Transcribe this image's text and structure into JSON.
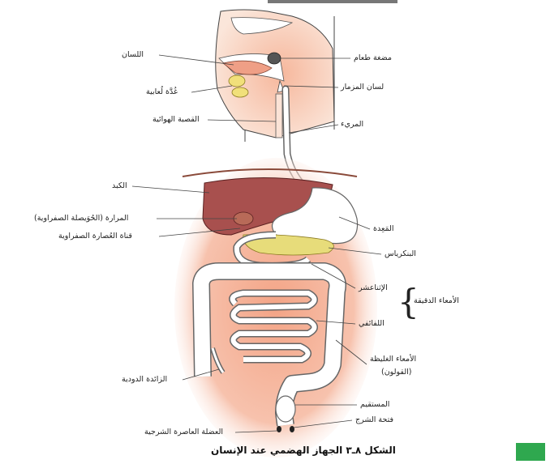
{
  "top_text": "",
  "labels": {
    "tongue": "اللسان",
    "food_bolus": "مضغة طعام",
    "salivary_gland": "غُدَّة لُعابية",
    "epiglottis": "لسان المزمار",
    "trachea": "القصبة الهوائية",
    "esophagus": "المريء",
    "liver": "الكبد",
    "gallbladder": "المرارة (الحُوَيصلة الصفراوية)",
    "bile_duct": "قناة العُصارة الصفراوية",
    "stomach": "المَعِدة",
    "pancreas": "البنكرياس",
    "duodenum": "الإثناعشر",
    "small_intestine": "الأمعاء الدقيقة",
    "ileum": "اللفائفي",
    "large_intestine_1": "الأمعاء الغليظة",
    "large_intestine_2": "(القولون)",
    "appendix": "الزائدة الدودية",
    "rectum": "المستقيم",
    "anus": "فتحة الشرج",
    "sphincter": "العضلة العاصرة الشرجية"
  },
  "caption": "الشكل ٨ـ٣ الجهاز الهضمي عند الإنسان",
  "colors": {
    "glow": "#f6b9a0",
    "head_skin": "#fbe3d6",
    "liver": "#a8504e",
    "pancreas": "#e7dc7a",
    "gland": "#f1e07a",
    "tube": "#ffffff",
    "accent": "#2fa84f"
  }
}
